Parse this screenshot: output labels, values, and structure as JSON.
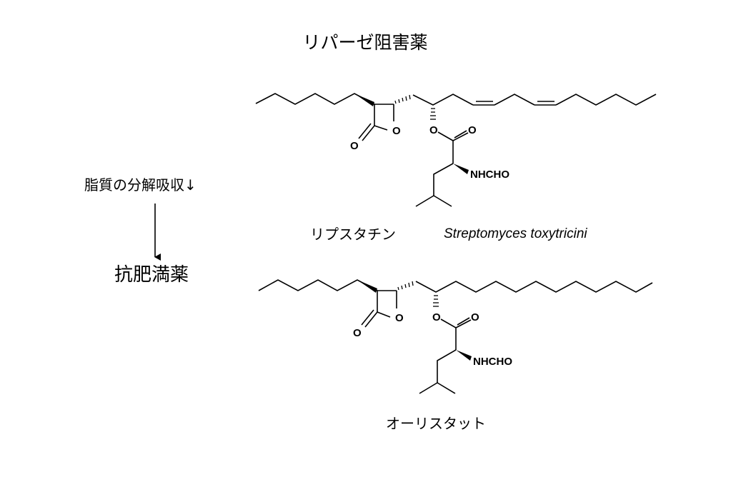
{
  "title": "リパーゼ阻害薬",
  "effect": "脂質の分解吸収↓",
  "therapeutic_class": "抗肥満薬",
  "compounds": [
    {
      "name": "リプスタチン",
      "source": "Streptomyces toxytricini",
      "atoms": {
        "ring_o": "O",
        "carbonyl_o": "O",
        "ester_o": "O",
        "ester_carbonyl_o": "O",
        "amide": "NHCHO"
      }
    },
    {
      "name": "オーリスタット",
      "atoms": {
        "ring_o": "O",
        "carbonyl_o": "O",
        "ester_o": "O",
        "ester_carbonyl_o": "O",
        "amide": "NHCHO"
      }
    }
  ]
}
